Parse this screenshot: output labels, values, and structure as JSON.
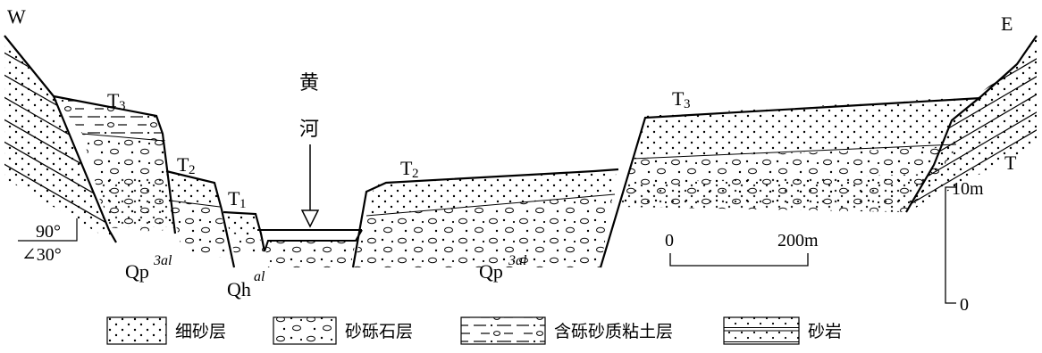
{
  "directions": {
    "west": "W",
    "east": "E"
  },
  "river": {
    "char1": "黄",
    "char2": "河"
  },
  "terraces": {
    "t3": "T",
    "t2": "T",
    "t1": "T",
    "sub3": "3",
    "sub2": "2",
    "sub1": "1"
  },
  "bedrock": "T",
  "formations": {
    "qp_base": "Qp",
    "qp_sup": "3al",
    "qh_base": "Qh",
    "qh_sup": "al"
  },
  "dip": {
    "upper": "90°",
    "lower": "∠30°"
  },
  "scale_h": {
    "start": "0",
    "end": "200m"
  },
  "scale_v": {
    "top": "10m",
    "bottom": "0"
  },
  "legend": [
    {
      "label": "细砂层"
    },
    {
      "label": "砂砾石层"
    },
    {
      "label": "含砾砂质粘土层"
    },
    {
      "label": "砂岩"
    }
  ]
}
